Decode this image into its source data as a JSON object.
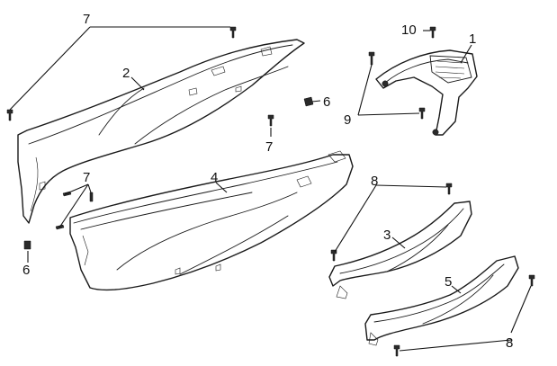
{
  "callouts": {
    "c1": "1",
    "c2": "2",
    "c3": "3",
    "c4": "4",
    "c5": "5",
    "c6a": "6",
    "c6b": "6",
    "c7a": "7",
    "c7b": "7",
    "c7c": "7",
    "c8a": "8",
    "c8b": "8",
    "c9": "9",
    "c10": "10"
  },
  "colors": {
    "line": "#1a1a1a",
    "background": "#ffffff"
  }
}
